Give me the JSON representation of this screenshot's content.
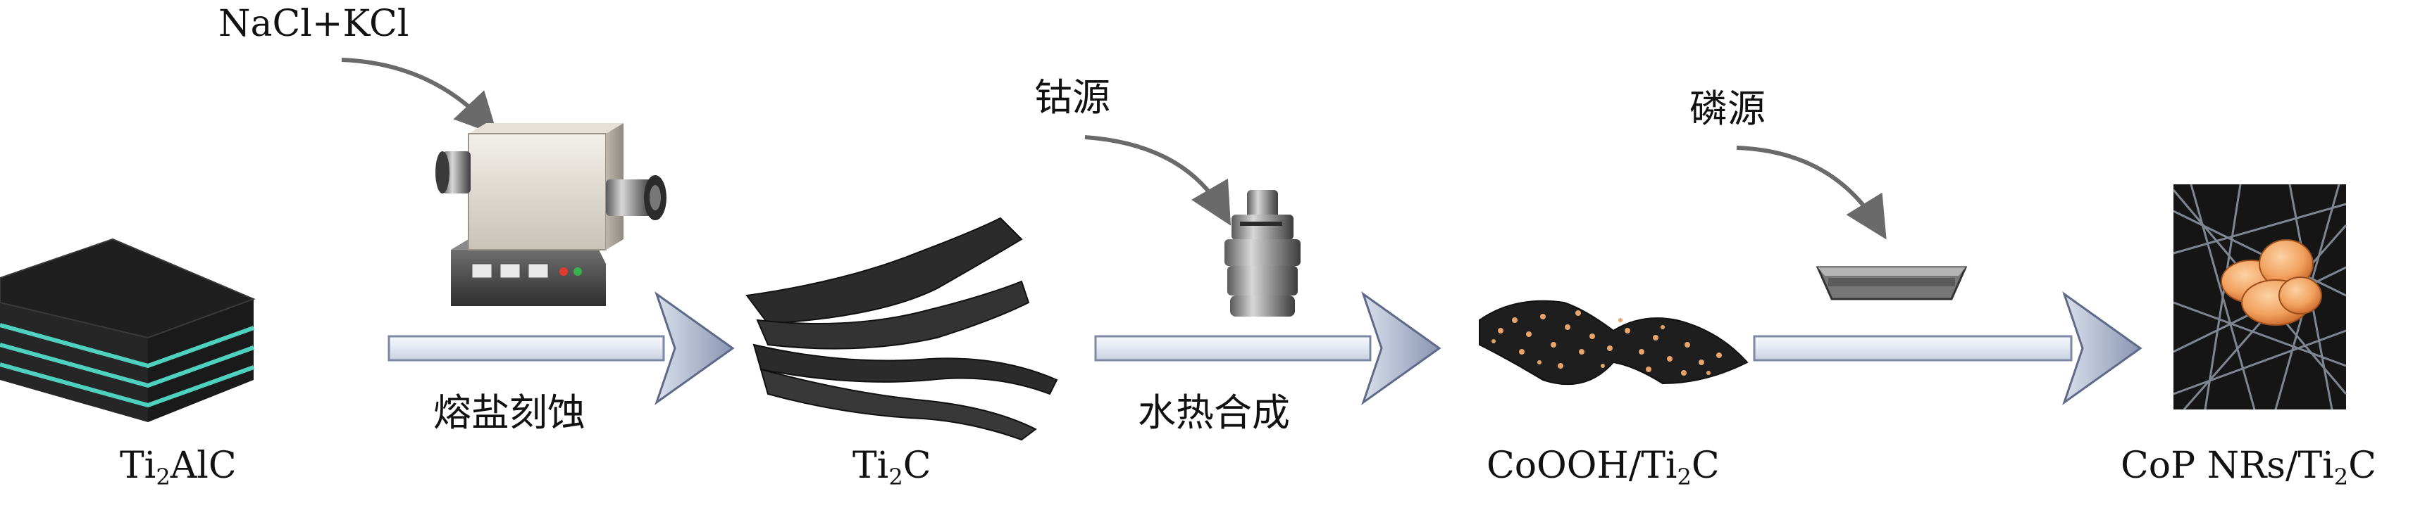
{
  "reagents": {
    "salt": "NaCl+KCl",
    "cobalt_source": "钴源",
    "phosphorus_source": "磷源"
  },
  "steps": {
    "step1": "熔盐刻蚀",
    "step2": "水热合成"
  },
  "materials": {
    "m1": {
      "main": "Ti",
      "sub": "2",
      "rest": "AlC"
    },
    "m2": {
      "main": "Ti",
      "sub": "2",
      "rest": "C"
    },
    "m3": {
      "main": "CoOOH/Ti",
      "sub": "2",
      "rest": "C"
    },
    "m4": {
      "main": "CoP NRs/Ti",
      "sub": "2",
      "rest": "C"
    }
  },
  "colors": {
    "arrow_fill": "#e8ecf4",
    "arrow_edge": "#6b7694",
    "sheet_dark": "#2b2b2b",
    "sheet_teal": "#4fd1c0",
    "coop_orange": "#f2a15e"
  }
}
